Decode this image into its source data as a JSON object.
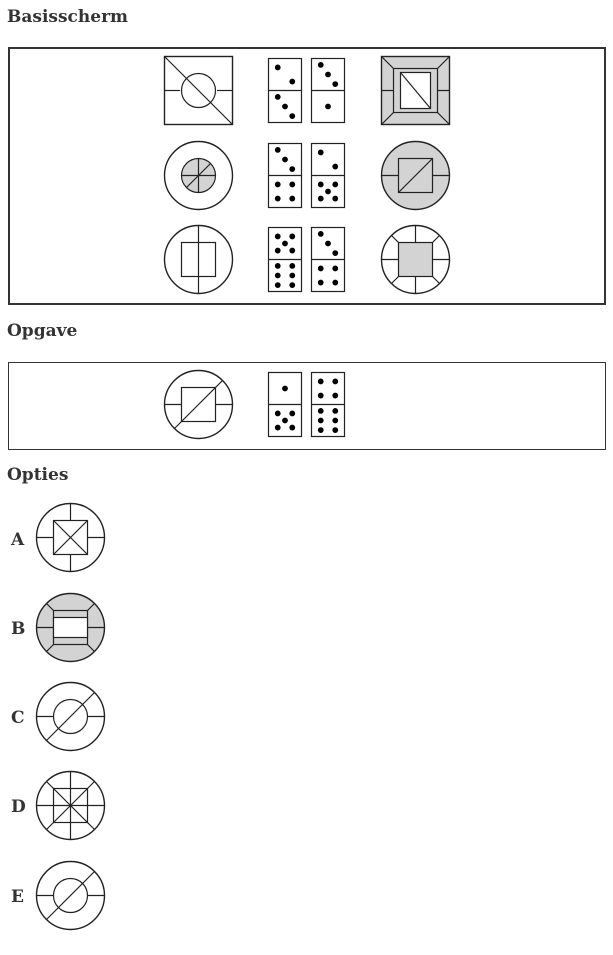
{
  "headings": {
    "base": "Basisscherm",
    "task": "Opgave",
    "options": "Opties"
  },
  "options": [
    {
      "label": "A"
    },
    {
      "label": "B"
    },
    {
      "label": "C"
    },
    {
      "label": "D"
    },
    {
      "label": "E"
    }
  ],
  "dominoes": {
    "base_rows": [
      [
        [
          2,
          3
        ],
        [
          3,
          1
        ]
      ],
      [
        [
          3,
          4
        ],
        [
          2,
          5
        ]
      ],
      [
        [
          5,
          6
        ],
        [
          3,
          4
        ]
      ]
    ],
    "task": [
      [
        1,
        5
      ],
      [
        4,
        6
      ]
    ]
  },
  "colors": {
    "line": "#222222",
    "fill_gray": "#d3d3d3",
    "pip": "#000000"
  }
}
